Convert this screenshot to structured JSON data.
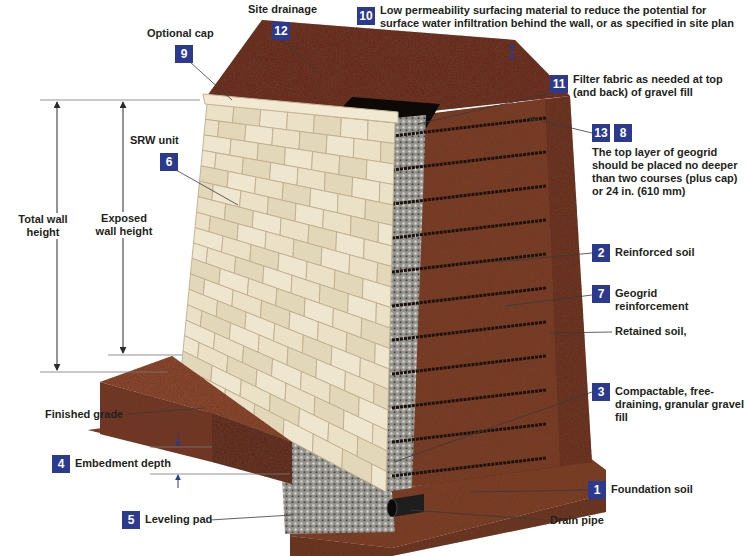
{
  "diagram": {
    "nodes": [
      {
        "text": [
          "9",
          "Optional cap"
        ]
      },
      {
        "text": [
          "12",
          "Site drainage"
        ]
      },
      {
        "text": [
          "10",
          "Low permeability surfacing material to reduce the potential for surface water infiltration behind the wall, or as specified in site plan"
        ]
      },
      {
        "text": [
          "11",
          "Filter fabric as needed at top (and back) of gravel fill"
        ]
      },
      {
        "text": [
          "6",
          "SRW unit"
        ]
      },
      {
        "text": [
          "13"
        ]
      },
      {
        "text": [
          "8",
          "The top layer of geogrid should be placed no deeper than two courses (plus cap) or 24 in. (610 mm)"
        ]
      },
      {
        "text": [
          "2",
          "Reinforced soil"
        ]
      },
      {
        "text": [
          "7",
          "Geogrid reinforcement"
        ]
      },
      {
        "text": [
          "3",
          "Compactable, free-draining, granular gravel fill"
        ]
      },
      {
        "text": [
          "4",
          "Embedment depth"
        ]
      },
      {
        "text": [
          "1",
          "Foundation soil"
        ]
      },
      {
        "text": [
          "5",
          "Leveling pad"
        ]
      }
    ],
    "labels": [
      "Total wall height",
      "Exposed wall height",
      "Retained soil,",
      "Finished grade",
      "Drain pipe"
    ]
  }
}
